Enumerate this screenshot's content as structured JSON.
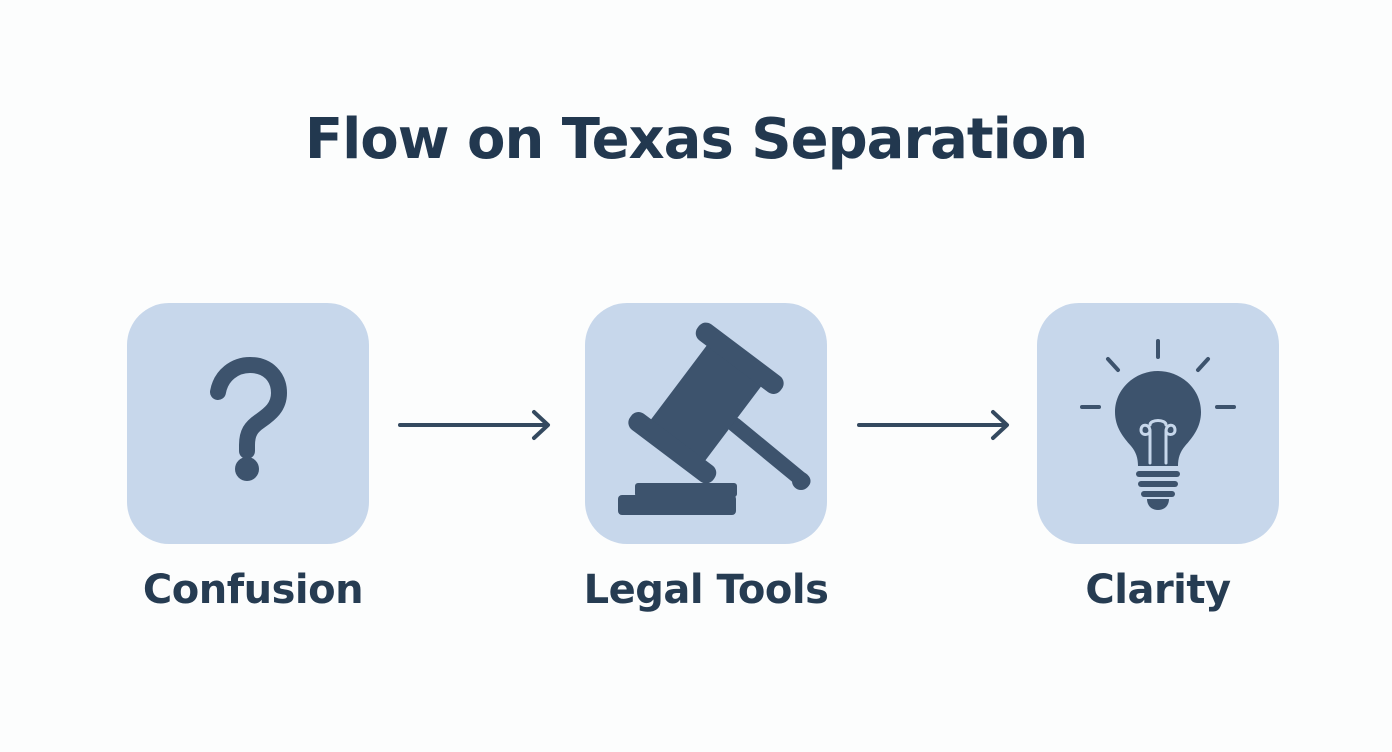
{
  "diagram": {
    "title": "Flow on Texas Separation",
    "steps": [
      {
        "label": "Confusion",
        "icon": "question-mark-icon"
      },
      {
        "label": "Legal Tools",
        "icon": "gavel-icon"
      },
      {
        "label": "Clarity",
        "icon": "lightbulb-icon"
      }
    ],
    "connector_icon": "arrow-right-icon",
    "colors": {
      "background": "#fcfdfd",
      "tile": "#c7d7eb",
      "icon": "#3d536d",
      "text": "#22384f",
      "arrow": "#34495f"
    }
  }
}
